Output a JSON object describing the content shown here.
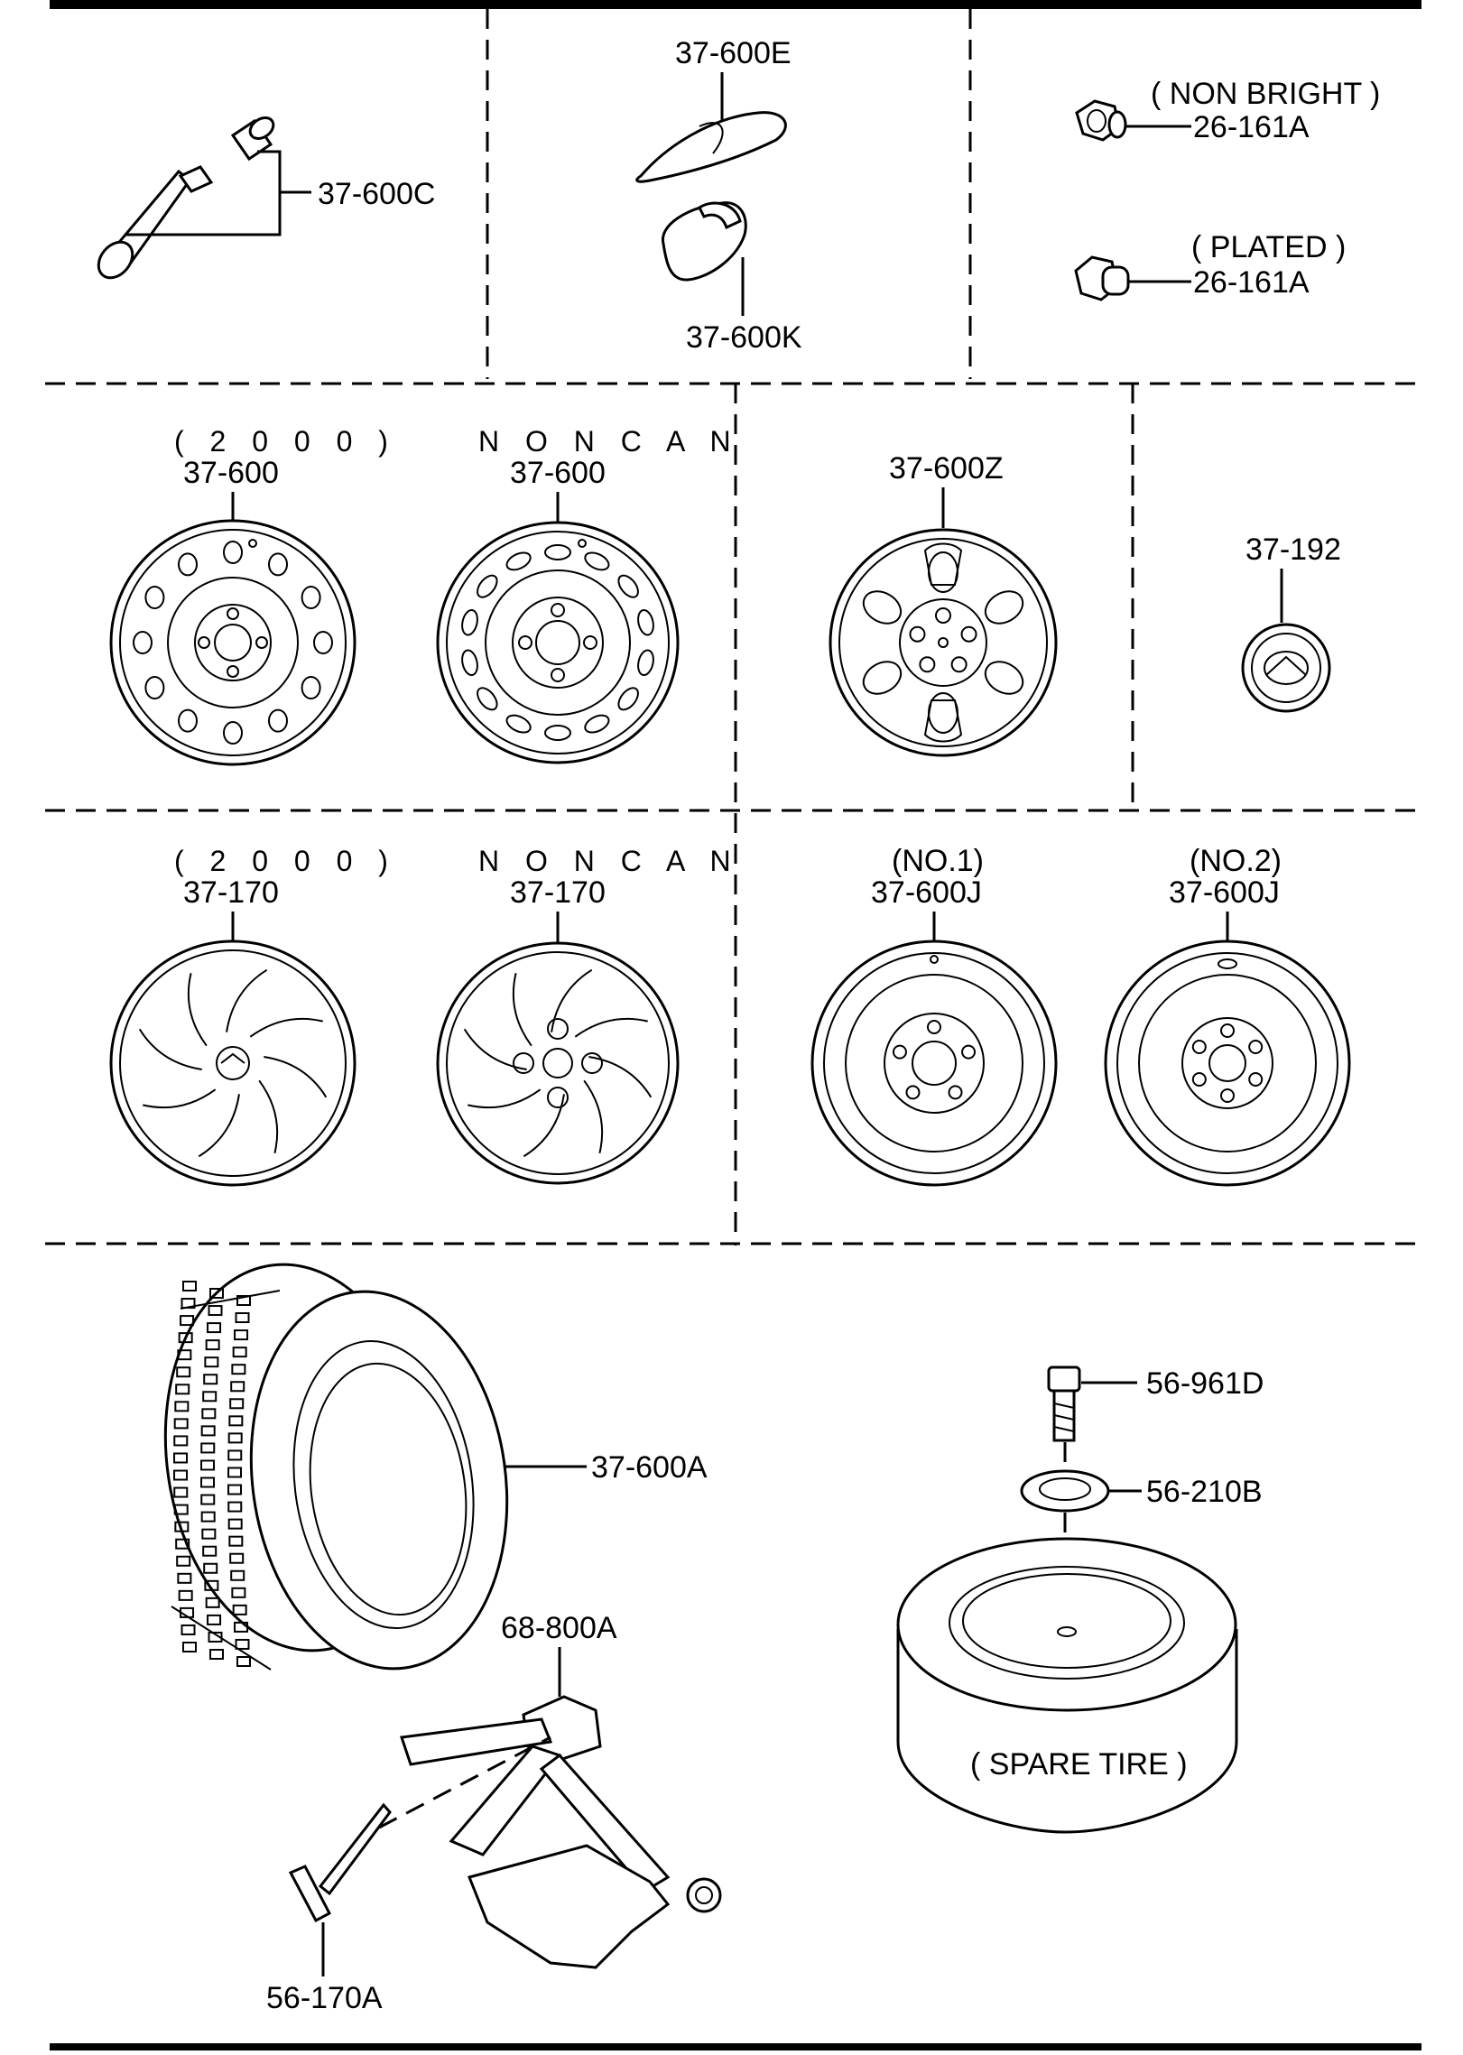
{
  "parts": {
    "valve": "37-600C",
    "weight_e": "37-600E",
    "weight_k": "37-600K",
    "nut_nonbright_note": "( NON BRIGHT )",
    "nut_nonbright": "26-161A",
    "nut_plated_note": "( PLATED )",
    "nut_plated": "26-161A",
    "wheel_2000_note": "( 2 0 0 0 )",
    "wheel_2000": "37-600",
    "wheel_noncan_note": "N O N   C A N",
    "wheel_noncan": "37-600",
    "wheel_alloy": "37-600Z",
    "center_cap": "37-192",
    "cover_2000_note": "( 2 0 0 0 )",
    "cover_2000": "37-170",
    "cover_noncan_note": "N O N   C A N",
    "cover_noncan": "37-170",
    "spare1_note": "(NO.1)",
    "spare1": "37-600J",
    "spare2_note": "(NO.2)",
    "spare2": "37-600J",
    "tire": "37-600A",
    "jack": "68-800A",
    "jack_handle": "56-170A",
    "bolt": "56-961D",
    "washer": "56-210B",
    "spare_tire_label": "( SPARE TIRE )"
  }
}
